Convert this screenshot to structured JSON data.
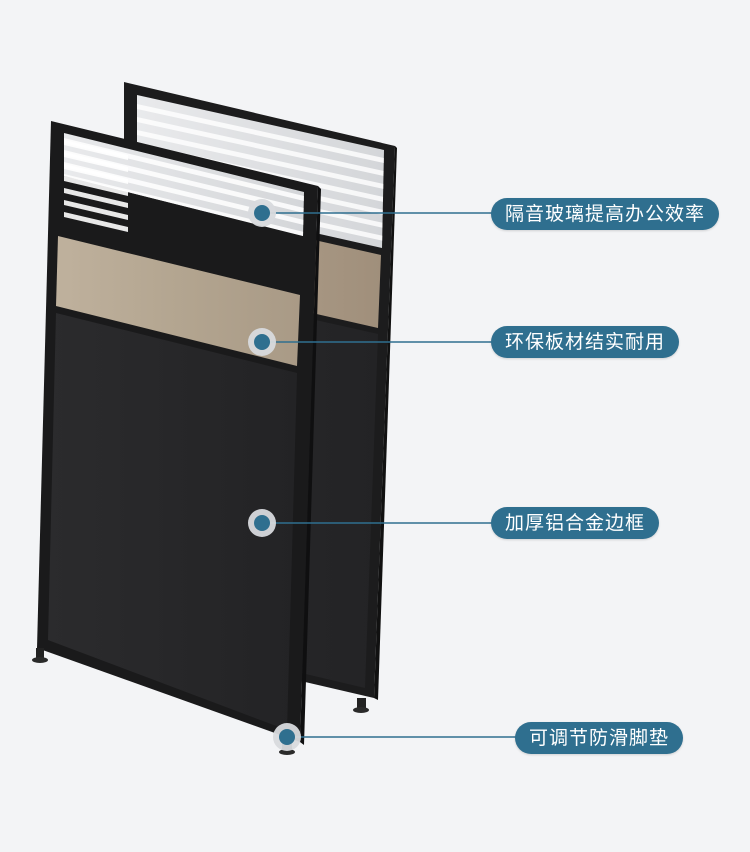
{
  "image": {
    "description_colors": {
      "background": "#f3f4f6",
      "frame": "#1b1b1b",
      "panel": "#2a2a2c",
      "wood": "#b9ab98",
      "callout_bg": "#2f6f8f",
      "callout_text": "#ffffff",
      "marker_ring": "#d8dadd",
      "marker_dot": "#2f6f8f"
    }
  },
  "callouts": [
    {
      "id": "glass",
      "label": "隔音玻璃提高办公效率"
    },
    {
      "id": "board",
      "label": "环保板材结实耐用"
    },
    {
      "id": "frame",
      "label": "加厚铝合金边框"
    },
    {
      "id": "feet",
      "label": "可调节防滑脚垫"
    }
  ]
}
